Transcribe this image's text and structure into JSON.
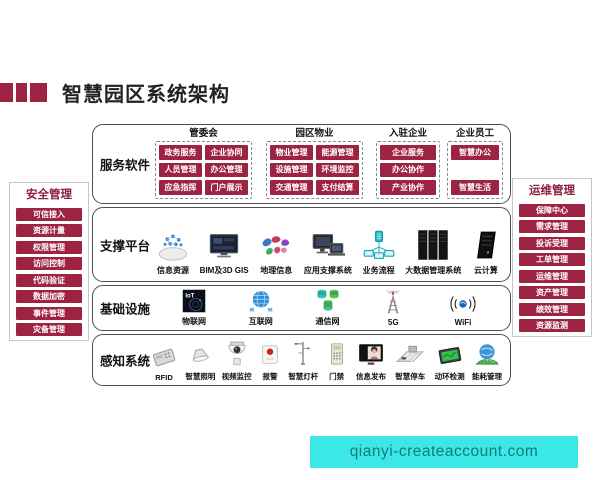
{
  "page": {
    "title": "智慧园区系统架构"
  },
  "colors": {
    "accent_maroon": "#9d2342",
    "footer_cyan": "#3ce7e7",
    "footer_text": "#0e7d7d"
  },
  "layers": {
    "services": {
      "label": "服务软件",
      "groups": [
        {
          "heading": "管委会",
          "items": [
            "政务服务",
            "企业协同",
            "人员管理",
            "办公管理",
            "应急指挥",
            "门户展示"
          ]
        },
        {
          "heading": "园区物业",
          "items": [
            "物业管理",
            "能源管理",
            "设施管理",
            "环境监控",
            "交通管理",
            "支付结算"
          ]
        },
        {
          "heading": "入驻企业",
          "items": [
            "企业服务",
            "办公协作",
            "产业协作"
          ]
        },
        {
          "heading": "企业员工",
          "items": [
            "智慧办公",
            "智慧生活"
          ]
        }
      ]
    },
    "platform": {
      "label": "支撑平台",
      "items": [
        {
          "icon": "cloud-data-icon",
          "label": "信息资源"
        },
        {
          "icon": "bim-3dgis-screen-icon",
          "label": "BIM及3D GIS"
        },
        {
          "icon": "world-map-icon",
          "label": "地理信息"
        },
        {
          "icon": "app-support-monitors-icon",
          "label": "应用支撑系统"
        },
        {
          "icon": "business-flow-network-icon",
          "label": "业务流程"
        },
        {
          "icon": "bigdata-server-racks-icon",
          "label": "大数据管理系统"
        },
        {
          "icon": "cloud-computing-server-icon",
          "label": "云计算"
        }
      ]
    },
    "infrastructure": {
      "label": "基础设施",
      "items": [
        {
          "icon": "iot-icon",
          "label": "物联网"
        },
        {
          "icon": "internet-globe-icon",
          "label": "互联网"
        },
        {
          "icon": "telecom-network-icon",
          "label": "通信网"
        },
        {
          "icon": "fiveg-tower-icon",
          "label": "5G"
        },
        {
          "icon": "wifi-icon",
          "label": "WiFi"
        }
      ]
    },
    "perception": {
      "label": "感知系统",
      "items": [
        {
          "icon": "rfid-reader-icon",
          "label": "RFID"
        },
        {
          "icon": "smart-lighting-icon",
          "label": "智慧照明"
        },
        {
          "icon": "dome-camera-icon",
          "label": "视频监控"
        },
        {
          "icon": "alarm-button-icon",
          "label": "报警"
        },
        {
          "icon": "smart-lamppost-icon",
          "label": "智慧灯杆"
        },
        {
          "icon": "access-keypad-icon",
          "label": "门禁"
        },
        {
          "icon": "info-display-icon",
          "label": "信息发布"
        },
        {
          "icon": "smart-parking-icon",
          "label": "智慧停车"
        },
        {
          "icon": "env-monitoring-icon",
          "label": "动环检测"
        },
        {
          "icon": "energy-globe-icon",
          "label": "能耗管理"
        }
      ]
    }
  },
  "sidebar_left": {
    "title": "安全管理",
    "items": [
      "可信接入",
      "资源计量",
      "权限管理",
      "访问控制",
      "代码验证",
      "数据加密",
      "事件管理",
      "灾备管理"
    ]
  },
  "sidebar_right": {
    "title": "运维管理",
    "items": [
      "保障中心",
      "需求管理",
      "投诉受理",
      "工单管理",
      "运维管理",
      "资产管理",
      "绩效管理",
      "资源监测"
    ]
  },
  "footer_link": {
    "label": "qianyi-createaccount.com"
  }
}
